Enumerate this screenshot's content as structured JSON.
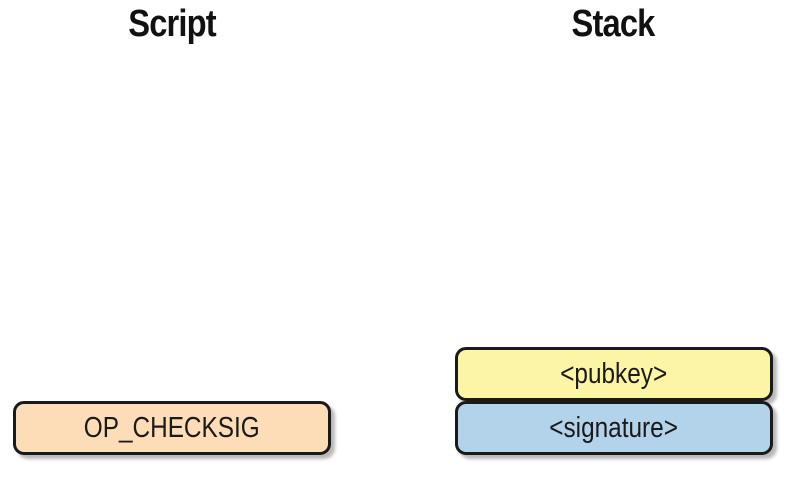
{
  "columns": {
    "script_title": "Script",
    "stack_title": "Stack"
  },
  "script": {
    "items": [
      {
        "label": "OP_CHECKSIG",
        "color": "#fddcb8"
      }
    ]
  },
  "stack": {
    "items": [
      {
        "label": "<pubkey>",
        "color": "#fdf5a6"
      },
      {
        "label": "<signature>",
        "color": "#b3d3ea"
      }
    ]
  }
}
